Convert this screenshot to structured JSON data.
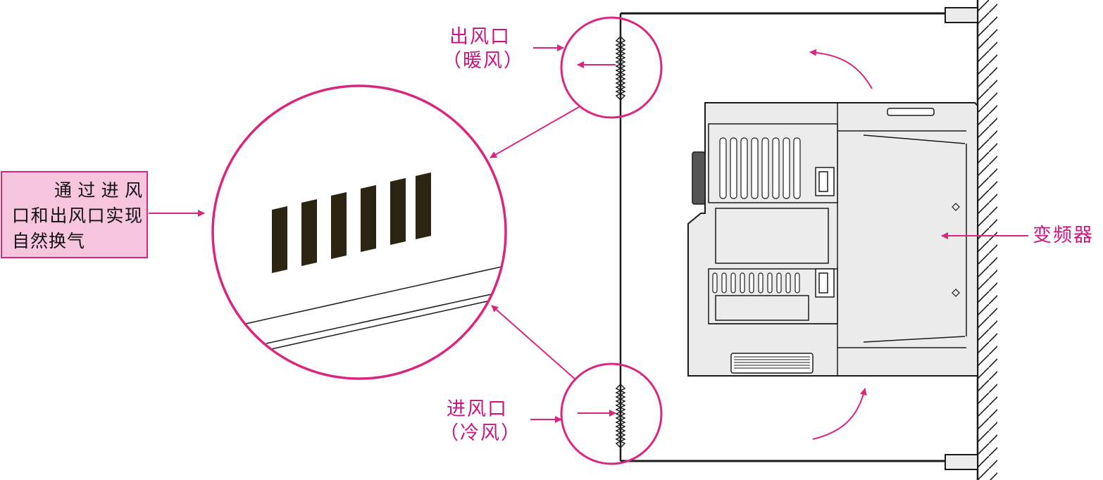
{
  "labels": {
    "outlet_line1": "出风口",
    "outlet_line2": "（暖风）",
    "inlet_line1": "进风口",
    "inlet_line2": "（冷风）",
    "inverter": "变频器",
    "note": "通过进风口和出风口实现自然换气"
  },
  "colors": {
    "accent": "#d9267f",
    "accent_text": "#c8157f",
    "note_fill": "#f7c6de",
    "device_fill": "#e9e9e9",
    "line": "#1a1a1a",
    "vent_slot": "#2a2410"
  }
}
